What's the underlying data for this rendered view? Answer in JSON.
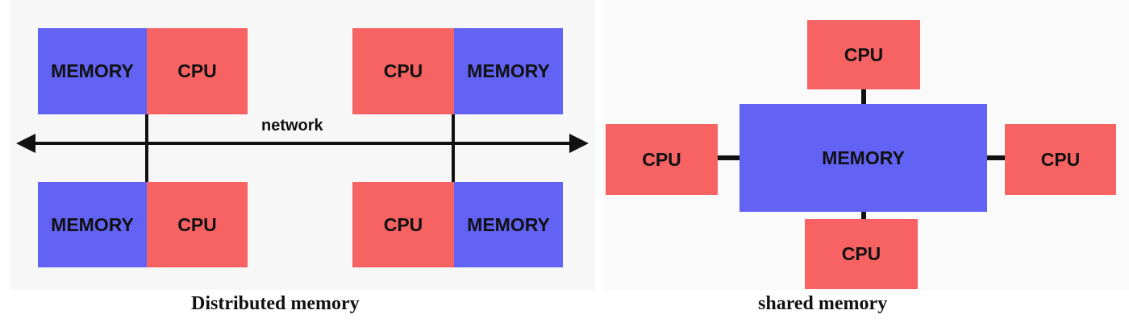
{
  "distributed": {
    "caption": "Distributed memory",
    "network_label": "network",
    "nodes": [
      {
        "left": "MEMORY",
        "right": "CPU"
      },
      {
        "left": "CPU",
        "right": "MEMORY"
      },
      {
        "left": "MEMORY",
        "right": "CPU"
      },
      {
        "left": "CPU",
        "right": "MEMORY"
      }
    ]
  },
  "shared": {
    "caption": "shared memory",
    "memory_label": "MEMORY",
    "cpus": {
      "top": "CPU",
      "left": "CPU",
      "right": "CPU",
      "bottom": "CPU"
    }
  },
  "colors": {
    "memory": "#6262f4",
    "cpu": "#f76363",
    "line": "#111111"
  }
}
